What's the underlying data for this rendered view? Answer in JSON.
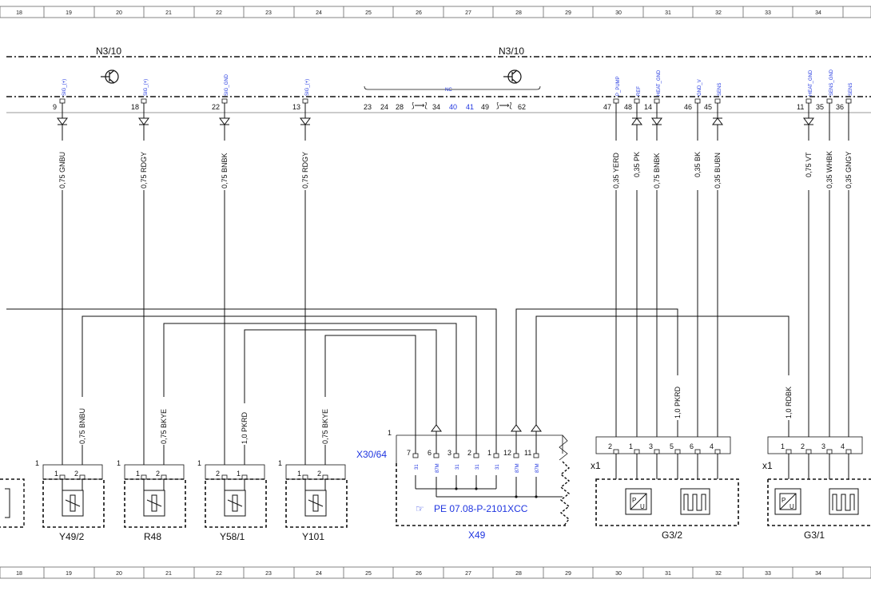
{
  "ruler": {
    "columns": [
      "18",
      "19",
      "20",
      "21",
      "22",
      "23",
      "24",
      "25",
      "26",
      "27",
      "28",
      "29",
      "30",
      "31",
      "32",
      "33",
      "34"
    ]
  },
  "control_unit": {
    "name_left": "N3/10",
    "name_right": "N3/10",
    "nc_label": "NC",
    "pins": [
      {
        "num": "9",
        "signal": "SIG_(+)"
      },
      {
        "num": "18",
        "signal": "SIG_(+)"
      },
      {
        "num": "22",
        "signal": "SIG_GND"
      },
      {
        "num": "13",
        "signal": "SIG_(+)"
      },
      {
        "num": "47",
        "signal": "P_PUMP"
      },
      {
        "num": "48",
        "signal": "REF"
      },
      {
        "num": "14",
        "signal": "HEAT_GND"
      },
      {
        "num": "46",
        "signal": "GND_V"
      },
      {
        "num": "45",
        "signal": "SENS"
      },
      {
        "num": "11",
        "signal": "HEAT_GND"
      },
      {
        "num": "35",
        "signal": "SENS_GND"
      },
      {
        "num": "36",
        "signal": "SENS"
      }
    ],
    "nc_pins": [
      "23",
      "24",
      "28",
      "34",
      "40",
      "41",
      "49",
      "62"
    ]
  },
  "wires_upper": [
    {
      "label": "0,75 GNBU"
    },
    {
      "label": "0,75 RDGY"
    },
    {
      "label": "0,75 BNBK"
    },
    {
      "label": "0,75 RDGY"
    },
    {
      "label": "0,35 YERD"
    },
    {
      "label": "0,35 PK"
    },
    {
      "label": "0,75 BNBK"
    },
    {
      "label": "0,35 BK"
    },
    {
      "label": "0,35 BUBN"
    },
    {
      "label": "0,75 VT"
    },
    {
      "label": "0,35 WHBK"
    },
    {
      "label": "0,35 GNGY"
    }
  ],
  "wires_lower": [
    {
      "label": "0,75 BNBU"
    },
    {
      "label": "0,75 BKYE"
    },
    {
      "label": "1,0 PKRD"
    },
    {
      "label": "0,75 BKYE"
    },
    {
      "label": "1,0 PKRD"
    },
    {
      "label": "1,0 RDBK"
    }
  ],
  "components": {
    "y49_2": {
      "label": "Y49/2",
      "conn": "1",
      "pins": [
        "1",
        "2"
      ]
    },
    "r48": {
      "label": "R48",
      "conn": "1",
      "pins": [
        "1",
        "2"
      ]
    },
    "y58_1": {
      "label": "Y58/1",
      "conn": "1",
      "pins": [
        "2",
        "1"
      ]
    },
    "y101": {
      "label": "Y101",
      "conn": "1",
      "pins": [
        "1",
        "2"
      ]
    },
    "x49": {
      "label": "X49",
      "connector": "X30/64",
      "conn": "1",
      "ref": "PE 07.08-P-2101XCC",
      "pins": [
        "7",
        "6",
        "3",
        "2",
        "1",
        "12",
        "11"
      ],
      "terminals": [
        "31",
        "87M",
        "31",
        "31",
        "31",
        "87M",
        "87M"
      ]
    },
    "g3_2": {
      "label": "G3/2",
      "conn": "x1",
      "pins": [
        "2",
        "1",
        "3",
        "5",
        "6",
        "4"
      ]
    },
    "g3_1": {
      "label": "G3/1",
      "conn": "x1",
      "pins": [
        "1",
        "2",
        "3",
        "4"
      ]
    }
  }
}
